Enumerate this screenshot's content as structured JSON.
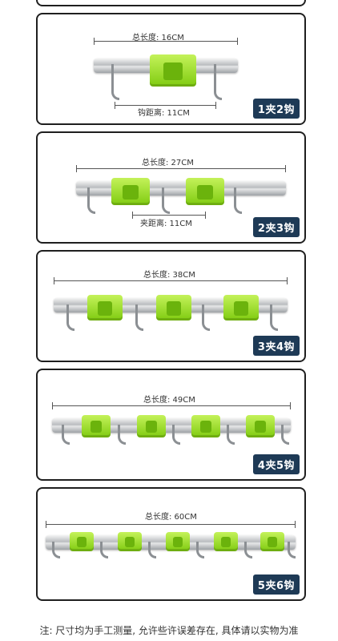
{
  "colors": {
    "badge_bg": "#1e3a56",
    "clip_green": "#8bd11a",
    "card_border": "#1f1f1f"
  },
  "cards": [
    {
      "total": "总长度: 16CM",
      "gap": "钩距离: 11CM",
      "badge": "1夹2钩"
    },
    {
      "total": "总长度: 27CM",
      "gap": "夹距离: 11CM",
      "badge": "2夹3钩"
    },
    {
      "total": "总长度: 38CM",
      "badge": "3夹4钩"
    },
    {
      "total": "总长度: 49CM",
      "badge": "4夹5钩"
    },
    {
      "total": "总长度: 60CM",
      "badge": "5夹6钩"
    }
  ],
  "note": "注: 尺寸均为手工测量, 允许些许误差存在, 具体请以实物为准"
}
